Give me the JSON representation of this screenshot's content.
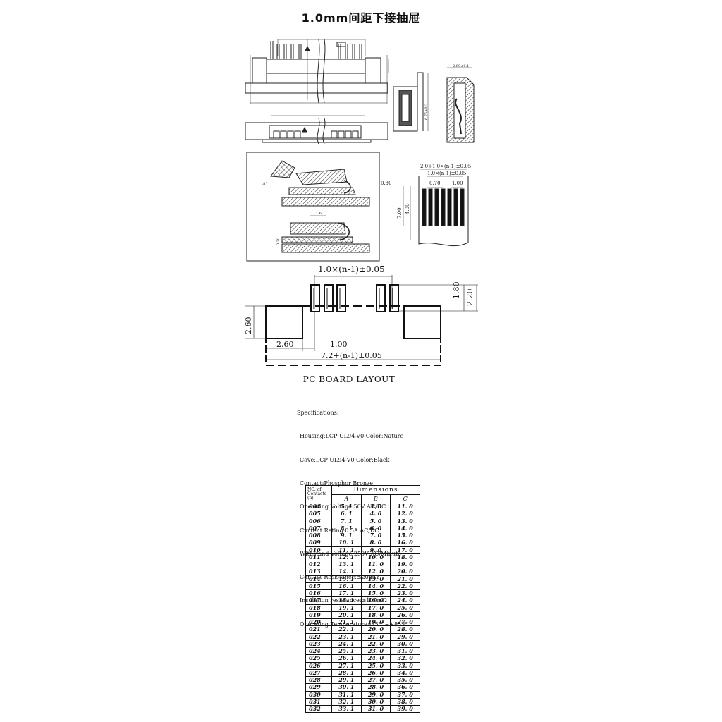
{
  "title": "1.0mm间距下接抽屉",
  "drawing": {
    "pitch_label": "1.0×(n-1)±0.05",
    "dim_180": "1.80",
    "dim_220": "2.20",
    "dim_260_v": "2.60",
    "dim_260_h": "2.60",
    "dim_100": "1.00",
    "dim_total": "7.2+(n-1)±0.05",
    "pad_top_label": "2.0+1.0×(n-1)±0.05",
    "pad_mid_label": "1.0×(n-1)±0.05",
    "pad_070": "0.70",
    "pad_100": "1.00",
    "pad_030": "0.30",
    "pad_700": "7.00",
    "pad_400": "4.00",
    "side_height": "6.75±0.2",
    "side_top": "2.80±0.1",
    "angle": "18°",
    "dim_16": "1.6",
    "dim_030b": "0.30"
  },
  "pcb_label": "PC BOARD LAYOUT",
  "specs": {
    "heading": "Specifications:",
    "lines": [
      "Housing:LCP UL94-V0 Color:Nature",
      "Cove:LCP UL94-V0 Color:Black",
      "Contact:Phosphor Bronze",
      "Operating Voltage:50V AC/DC",
      "Current Rating:0.5A AC/DC",
      "Withstand Voltage:250V AC/Minute",
      "Contact Resistance:≤20mΩ",
      "Insulation resistance:≥100mΩ",
      "Operating Temperature:-25℃~+85℃"
    ]
  },
  "table": {
    "header_n": "NO. of Contacts (n)",
    "header_dims": "Dimensions",
    "cols": [
      "A",
      "B",
      "C"
    ],
    "rows": [
      [
        "004",
        "5. 1",
        "3. 0",
        "11. 0"
      ],
      [
        "005",
        "6. 1",
        "4. 0",
        "12. 0"
      ],
      [
        "006",
        "7. 1",
        "5. 0",
        "13. 0"
      ],
      [
        "007",
        "8. 1",
        "6. 0",
        "14. 0"
      ],
      [
        "008",
        "9. 1",
        "7. 0",
        "15. 0"
      ],
      [
        "009",
        "10. 1",
        "8. 0",
        "16. 0"
      ],
      [
        "010",
        "11. 1",
        "9. 0",
        "17. 0"
      ],
      [
        "011",
        "12. 1",
        "10. 0",
        "18. 0"
      ],
      [
        "012",
        "13. 1",
        "11. 0",
        "19. 0"
      ],
      [
        "013",
        "14. 1",
        "12. 0",
        "20. 0"
      ],
      [
        "014",
        "15. 1",
        "13. 0",
        "21. 0"
      ],
      [
        "015",
        "16. 1",
        "14. 0",
        "22. 0"
      ],
      [
        "016",
        "17. 1",
        "15. 0",
        "23. 0"
      ],
      [
        "017",
        "18. 1",
        "16. 0",
        "24. 0"
      ],
      [
        "018",
        "19. 1",
        "17. 0",
        "25. 0"
      ],
      [
        "019",
        "20. 1",
        "18. 0",
        "26. 0"
      ],
      [
        "020",
        "21. 1",
        "19. 0",
        "27. 0"
      ],
      [
        "021",
        "22. 1",
        "20. 0",
        "28. 0"
      ],
      [
        "022",
        "23. 1",
        "21. 0",
        "29. 0"
      ],
      [
        "023",
        "24. 1",
        "22. 0",
        "30. 0"
      ],
      [
        "024",
        "25. 1",
        "23. 0",
        "31. 0"
      ],
      [
        "025",
        "26. 1",
        "24. 0",
        "32. 0"
      ],
      [
        "026",
        "27. 1",
        "25. 0",
        "33. 0"
      ],
      [
        "027",
        "28. 1",
        "26. 0",
        "34. 0"
      ],
      [
        "028",
        "29. 1",
        "27. 0",
        "35. 0"
      ],
      [
        "029",
        "30. 1",
        "28. 0",
        "36. 0"
      ],
      [
        "030",
        "31. 1",
        "29. 0",
        "37. 0"
      ],
      [
        "031",
        "32. 1",
        "30. 0",
        "38. 0"
      ],
      [
        "032",
        "33. 1",
        "31. 0",
        "39. 0"
      ]
    ]
  }
}
